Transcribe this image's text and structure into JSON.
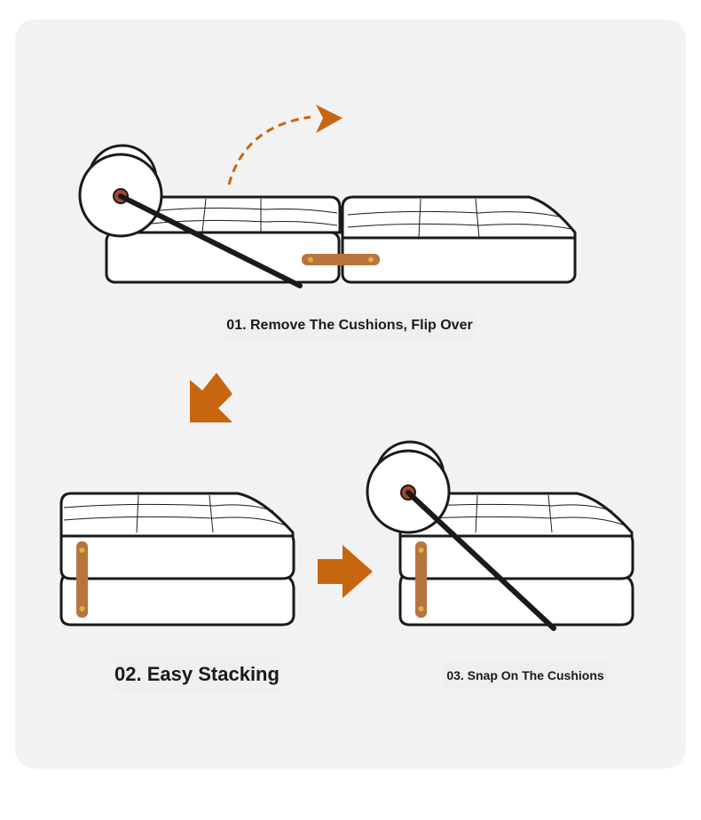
{
  "steps": {
    "step1": "01. Remove The Cushions, Flip Over",
    "step2": "02. Easy Stacking",
    "step3": "03. Snap On The Cushions"
  },
  "colors": {
    "accent": "#c8650f",
    "strap": "#b8743e",
    "outline": "#1a1a1a",
    "cushion": "#ffffff",
    "panel": "#f2f2f2"
  },
  "icons": [
    "dashed-curved-arrow-icon",
    "diagonal-down-left-arrow-icon",
    "right-arrow-icon"
  ]
}
